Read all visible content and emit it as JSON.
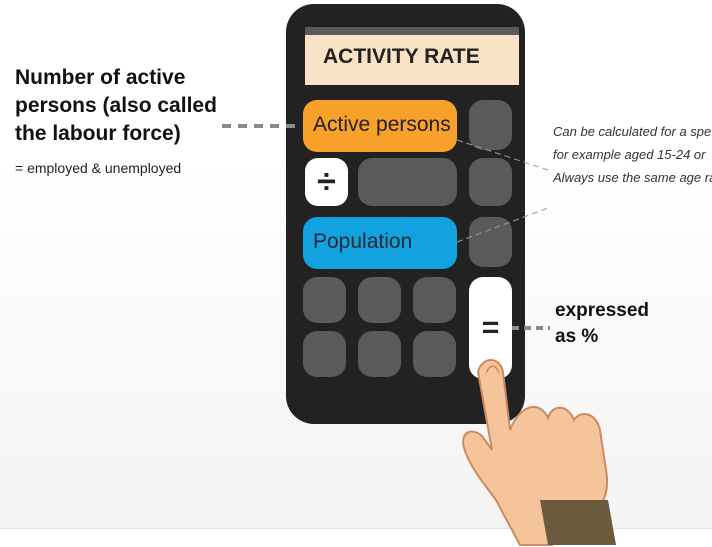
{
  "left_label": {
    "title": "Number of active persons (also called the labour force)",
    "subtitle": "= employed & unemployed"
  },
  "calculator": {
    "screen_title": "ACTIVITY RATE",
    "numerator_button": "Active persons",
    "divide_symbol": "÷",
    "denominator_button": "Population",
    "equals_symbol": "="
  },
  "right_note": {
    "lines": [
      "Can be calculated for a spe",
      "for example aged 15-24 or",
      "Always use the same age ra"
    ]
  },
  "result_label": "expressed as %",
  "colors": {
    "calculator_body": "#222222",
    "screen": "#f9e2c6",
    "numerator": "#f7a12a",
    "denominator": "#12a2e0",
    "key": "#5a5a5a",
    "hand": "#f6c49a",
    "sleeve": "#6b5a3c"
  },
  "icons": [
    "divide-icon",
    "equals-icon",
    "pointing-hand-icon"
  ]
}
